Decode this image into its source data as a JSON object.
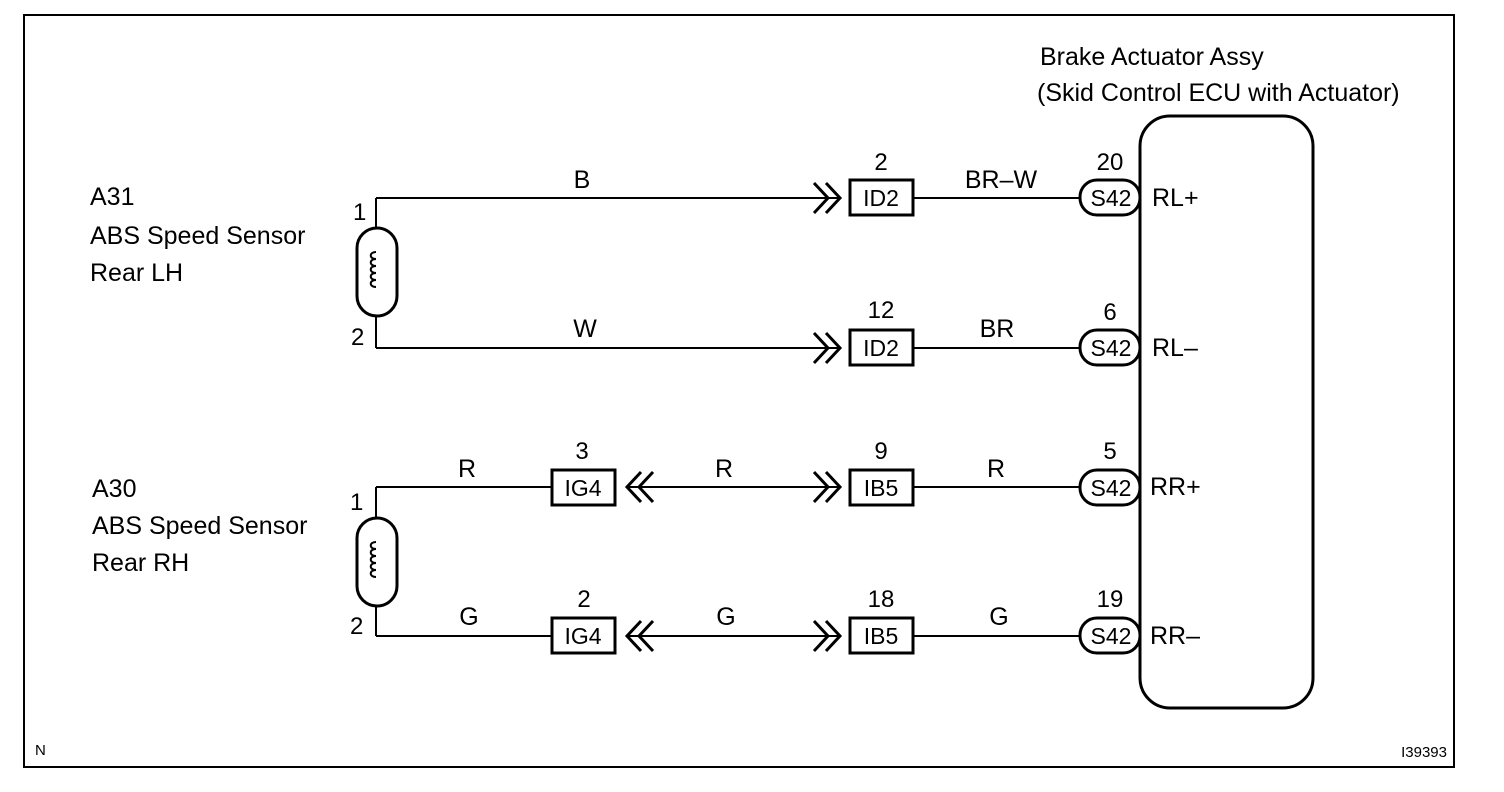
{
  "ecu": {
    "title_line1": "Brake Actuator Assy",
    "title_line2": "(Skid Control ECU with Actuator)",
    "terminals": [
      "RL+",
      "RL–",
      "RR+",
      "RR–"
    ]
  },
  "sensors": [
    {
      "code": "A31",
      "name": "ABS Speed Sensor",
      "position": "Rear LH",
      "pin_top": "1",
      "pin_bottom": "2"
    },
    {
      "code": "A30",
      "name": "ABS Speed Sensor",
      "position": "Rear RH",
      "pin_top": "1",
      "pin_bottom": "2"
    }
  ],
  "circuits": [
    {
      "wire_sensor": "B",
      "ig_pin": "",
      "ig_label": "",
      "wire_mid": "",
      "i_pin": "2",
      "i_label": "ID2",
      "wire_ecu": "BR–W",
      "s_pin": "20",
      "s_label": "S42"
    },
    {
      "wire_sensor": "W",
      "ig_pin": "",
      "ig_label": "",
      "wire_mid": "",
      "i_pin": "12",
      "i_label": "ID2",
      "wire_ecu": "BR",
      "s_pin": "6",
      "s_label": "S42"
    },
    {
      "wire_sensor": "R",
      "ig_pin": "3",
      "ig_label": "IG4",
      "wire_mid": "R",
      "i_pin": "9",
      "i_label": "IB5",
      "wire_ecu": "R",
      "s_pin": "5",
      "s_label": "S42"
    },
    {
      "wire_sensor": "G",
      "ig_pin": "2",
      "ig_label": "IG4",
      "wire_mid": "G",
      "i_pin": "18",
      "i_label": "IB5",
      "wire_ecu": "G",
      "s_pin": "19",
      "s_label": "S42"
    }
  ],
  "footer": {
    "left_mark": "N",
    "figure_id": "I39393"
  }
}
